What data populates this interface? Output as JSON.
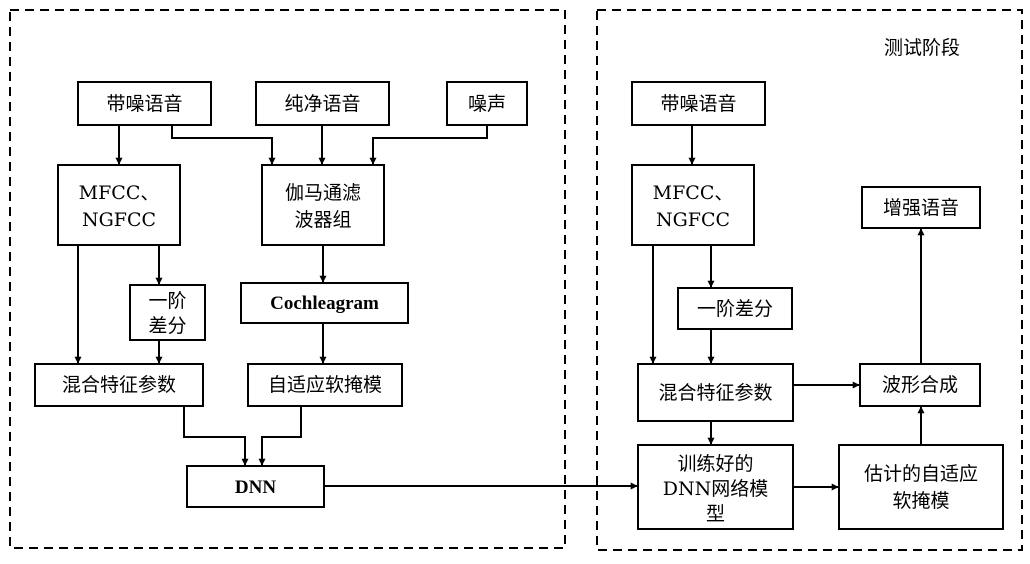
{
  "test_phase_label": "测试阶段",
  "train": {
    "noisy_speech": "带噪语音",
    "clean_speech": "纯净语音",
    "noise": "噪声",
    "features": [
      "MFCC、",
      "NGFCC"
    ],
    "gammatone": [
      "伽马通滤",
      "波器组"
    ],
    "first_delta": [
      "一阶",
      "差分"
    ],
    "cochleagram": "Cochleagram",
    "mixed_features": "混合特征参数",
    "adaptive_mask": "自适应软掩模",
    "dnn": "DNN"
  },
  "test": {
    "noisy_speech": "带噪语音",
    "features": [
      "MFCC、",
      "NGFCC"
    ],
    "first_delta": "一阶差分",
    "mixed_features": "混合特征参数",
    "trained_dnn": [
      "训练好的",
      "DNN网络模",
      "型"
    ],
    "estimated_mask": [
      "估计的自适应",
      "软掩模"
    ],
    "waveform_synthesis": "波形合成",
    "enhanced_speech": "增强语音"
  }
}
